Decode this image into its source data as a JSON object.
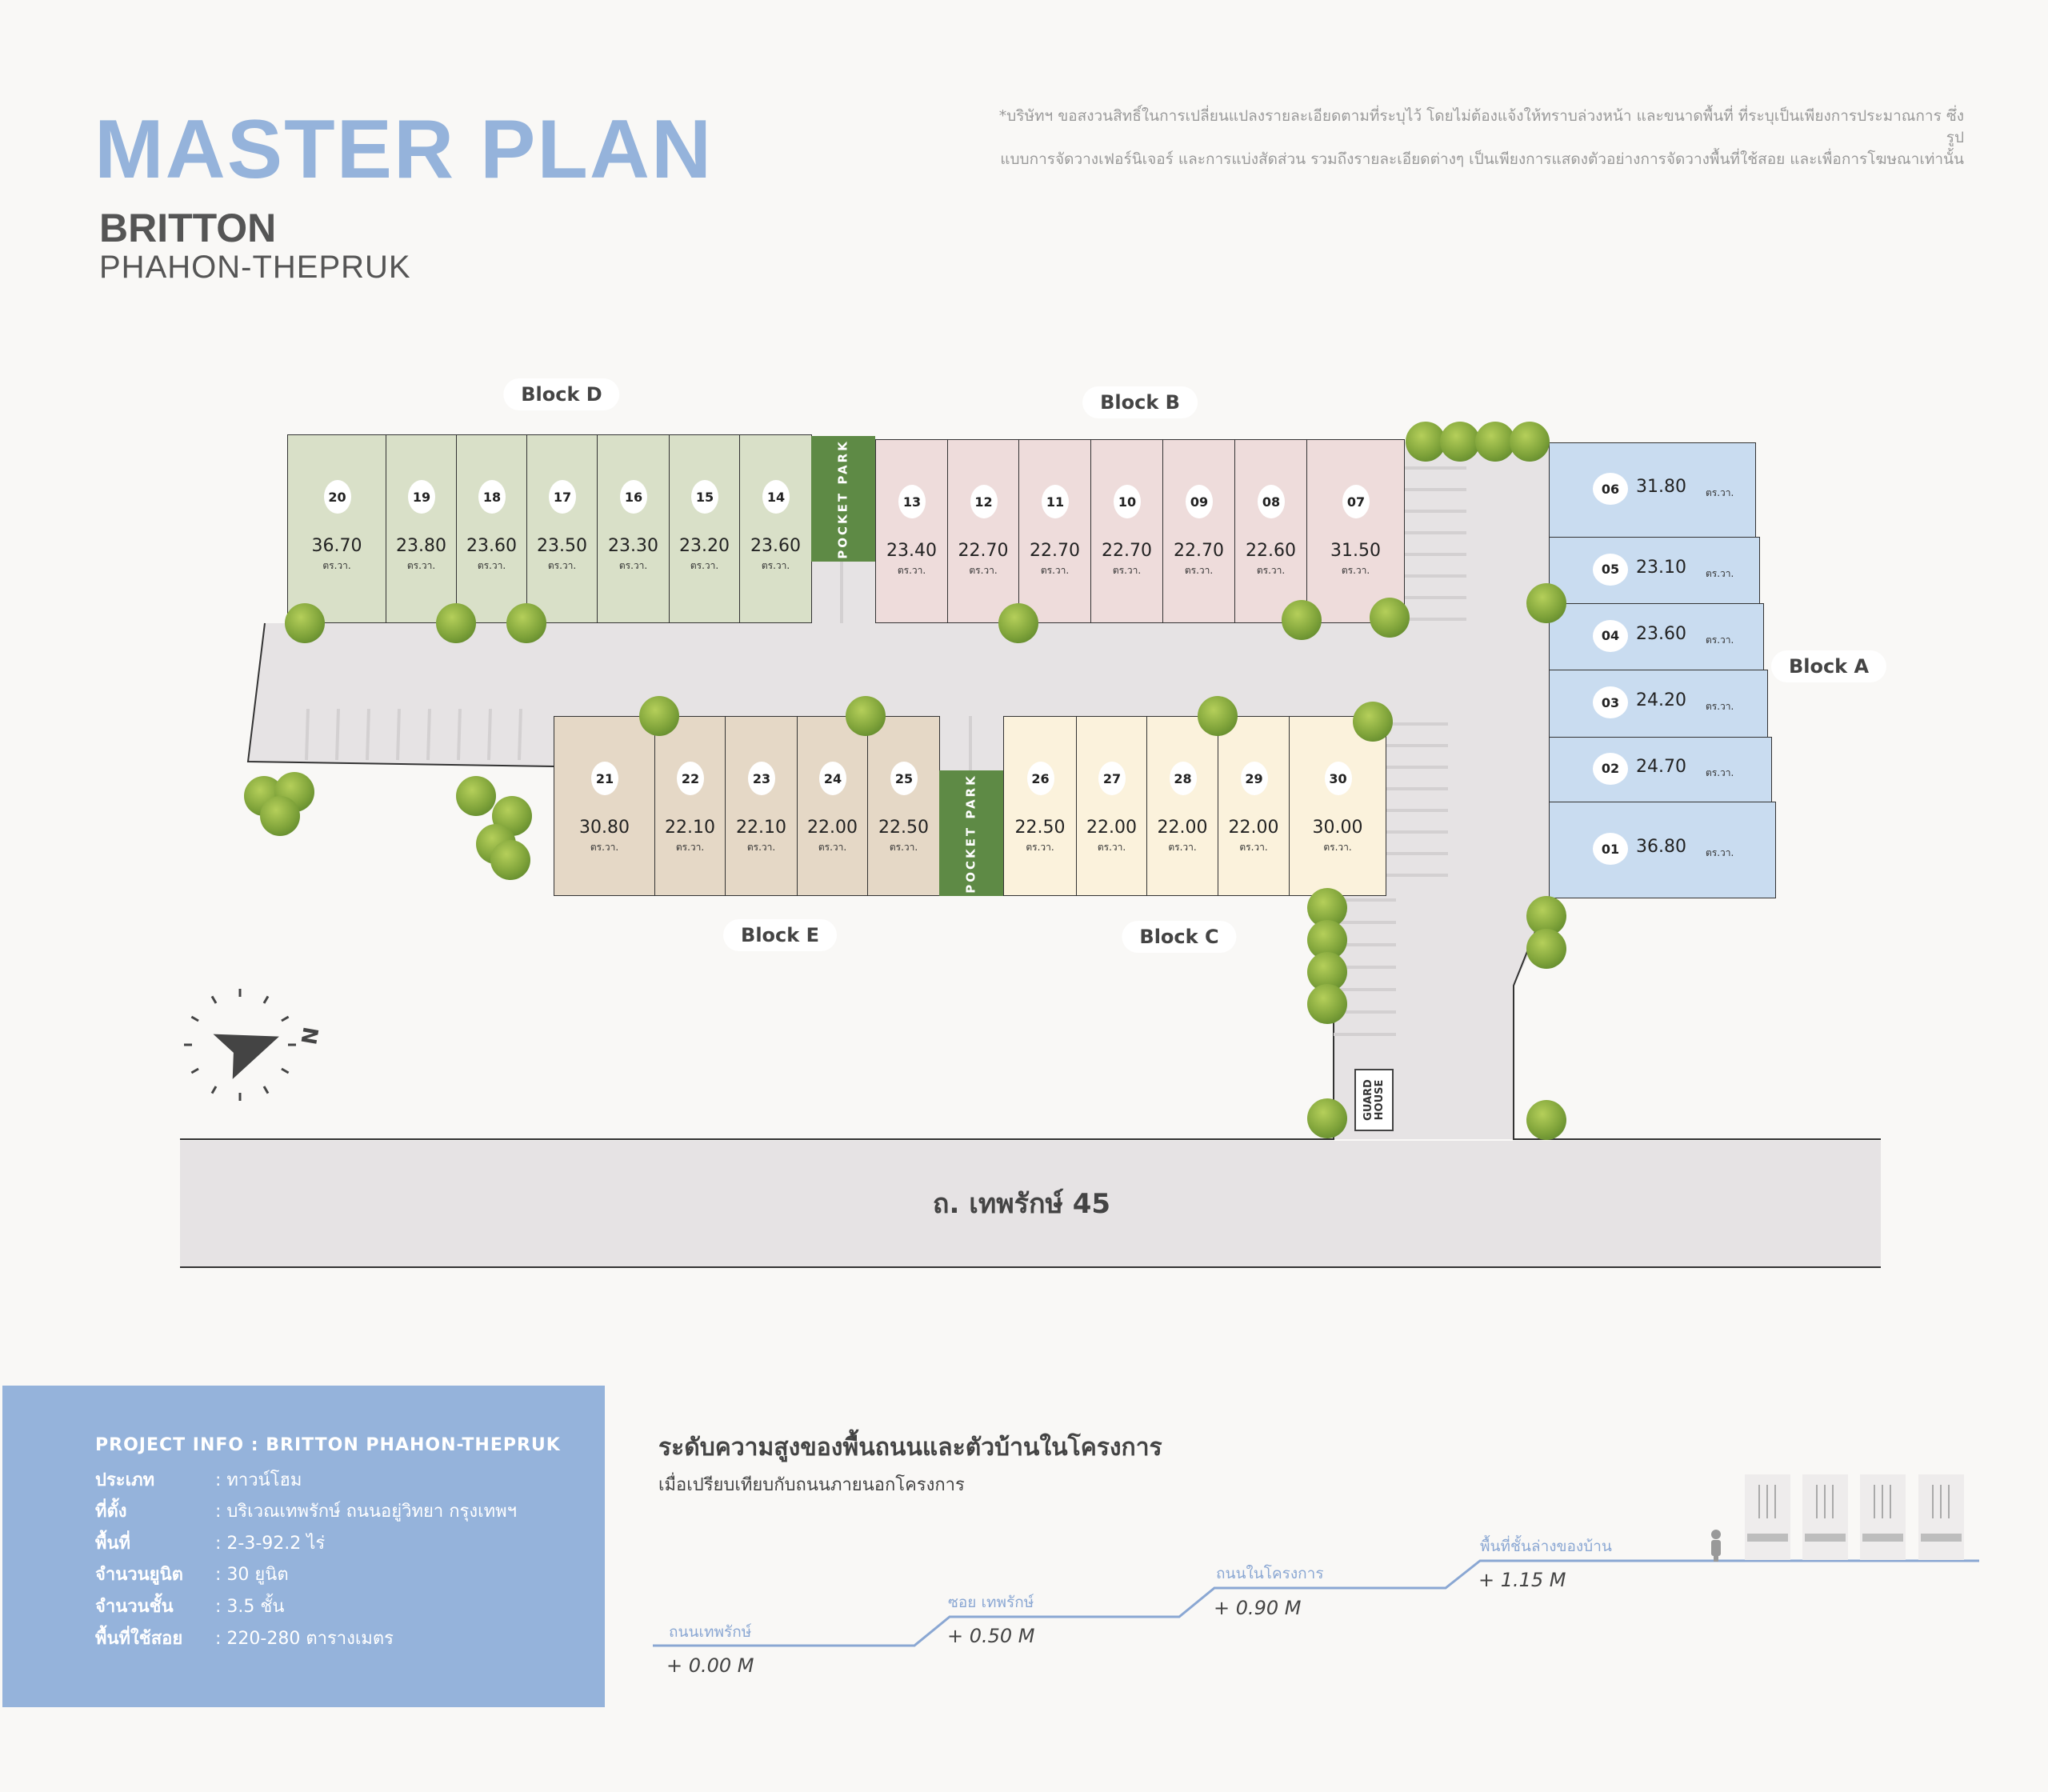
{
  "header": {
    "title": "MASTER PLAN",
    "brand": "BRITTON",
    "location": "PHAHON-THEPRUK",
    "disclaimer_line1": "*บริษัทฯ ขอสงวนสิทธิ์ในการเปลี่ยนแปลงรายละเอียดตามที่ระบุไว้ โดยไม่ต้องแจ้งให้ทราบล่วงหน้า และขนาดพื้นที่ ที่ระบุเป็นเพียงการประมาณการ ซึ่งรูป",
    "disclaimer_line2": "แบบการจัดวางเฟอร์นิเจอร์ และการแบ่งสัดส่วน รวมถึงรายละเอียดต่างๆ เป็นเพียงการแสดงตัวอย่างการจัดวางพื้นที่ใช้สอย และเพื่อการโฆษณาเท่านั้น"
  },
  "plan": {
    "area_unit": "ตร.วา.",
    "pocket_park_label": "POCKET PARK",
    "guard_house_label": [
      "GUARD",
      "HOUSE"
    ],
    "road_label": "ถ. เทพรักษ์ 45",
    "compass_label": "N",
    "colors": {
      "road": "#e6e3e4",
      "park": "#5e8a45",
      "tree": "#7fa33a"
    },
    "blocks": [
      {
        "id": "D",
        "label": "Block D",
        "color": "#d9e0c8",
        "units": [
          {
            "no": "20",
            "area": "36.70"
          },
          {
            "no": "19",
            "area": "23.80"
          },
          {
            "no": "18",
            "area": "23.60"
          },
          {
            "no": "17",
            "area": "23.50"
          },
          {
            "no": "16",
            "area": "23.30"
          },
          {
            "no": "15",
            "area": "23.20"
          },
          {
            "no": "14",
            "area": "23.60"
          }
        ]
      },
      {
        "id": "B",
        "label": "Block B",
        "color": "#eedcdb",
        "units": [
          {
            "no": "13",
            "area": "23.40"
          },
          {
            "no": "12",
            "area": "22.70"
          },
          {
            "no": "11",
            "area": "22.70"
          },
          {
            "no": "10",
            "area": "22.70"
          },
          {
            "no": "09",
            "area": "22.70"
          },
          {
            "no": "08",
            "area": "22.60"
          },
          {
            "no": "07",
            "area": "31.50"
          }
        ]
      },
      {
        "id": "E",
        "label": "Block E",
        "color": "#e5d8c6",
        "units": [
          {
            "no": "21",
            "area": "30.80"
          },
          {
            "no": "22",
            "area": "22.10"
          },
          {
            "no": "23",
            "area": "22.10"
          },
          {
            "no": "24",
            "area": "22.00"
          },
          {
            "no": "25",
            "area": "22.50"
          }
        ]
      },
      {
        "id": "C",
        "label": "Block C",
        "color": "#fbf2dc",
        "units": [
          {
            "no": "26",
            "area": "22.50"
          },
          {
            "no": "27",
            "area": "22.00"
          },
          {
            "no": "28",
            "area": "22.00"
          },
          {
            "no": "29",
            "area": "22.00"
          },
          {
            "no": "30",
            "area": "30.00"
          }
        ]
      },
      {
        "id": "A",
        "label": "Block A",
        "color": "#c9dcf0",
        "units": [
          {
            "no": "06",
            "area": "31.80"
          },
          {
            "no": "05",
            "area": "23.10"
          },
          {
            "no": "04",
            "area": "23.60"
          },
          {
            "no": "03",
            "area": "24.20"
          },
          {
            "no": "02",
            "area": "24.70"
          },
          {
            "no": "01",
            "area": "36.80"
          }
        ]
      }
    ]
  },
  "project_info": {
    "title": "PROJECT INFO : BRITTON PHAHON-THEPRUK",
    "color": "#95b3db",
    "rows": [
      {
        "label": "ประเภท",
        "value": ": ทาวน์โฮม"
      },
      {
        "label": "ที่ตั้ง",
        "value": ": บริเวณเทพรักษ์ ถนนอยู่วิทยา กรุงเทพฯ"
      },
      {
        "label": "พื้นที่",
        "value": ": 2-3-92.2 ไร่"
      },
      {
        "label": "จำนวนยูนิต",
        "value": ": 30 ยูนิต"
      },
      {
        "label": "จำนวนชั้น",
        "value": ": 3.5 ชั้น"
      },
      {
        "label": "พื้นที่ใช้สอย",
        "value": ": 220-280 ตารางเมตร"
      }
    ]
  },
  "elevation": {
    "title": "ระดับความสูงของพื้นถนนและตัวบ้านในโครงการ",
    "subtitle": "เมื่อเปรียบเทียบกับถนนภายนอกโครงการ",
    "line_color": "#8aa7d3",
    "levels": [
      {
        "name": "ถนนเทพรักษ์",
        "value": "+ 0.00 M",
        "meters": 0.0
      },
      {
        "name": "ซอย เทพรักษ์",
        "value": "+ 0.50 M",
        "meters": 0.5
      },
      {
        "name": "ถนนในโครงการ",
        "value": "+ 0.90 M",
        "meters": 0.9
      },
      {
        "name": "พื้นที่ชั้นล่างของบ้าน",
        "value": "+ 1.15 M",
        "meters": 1.15
      }
    ]
  }
}
